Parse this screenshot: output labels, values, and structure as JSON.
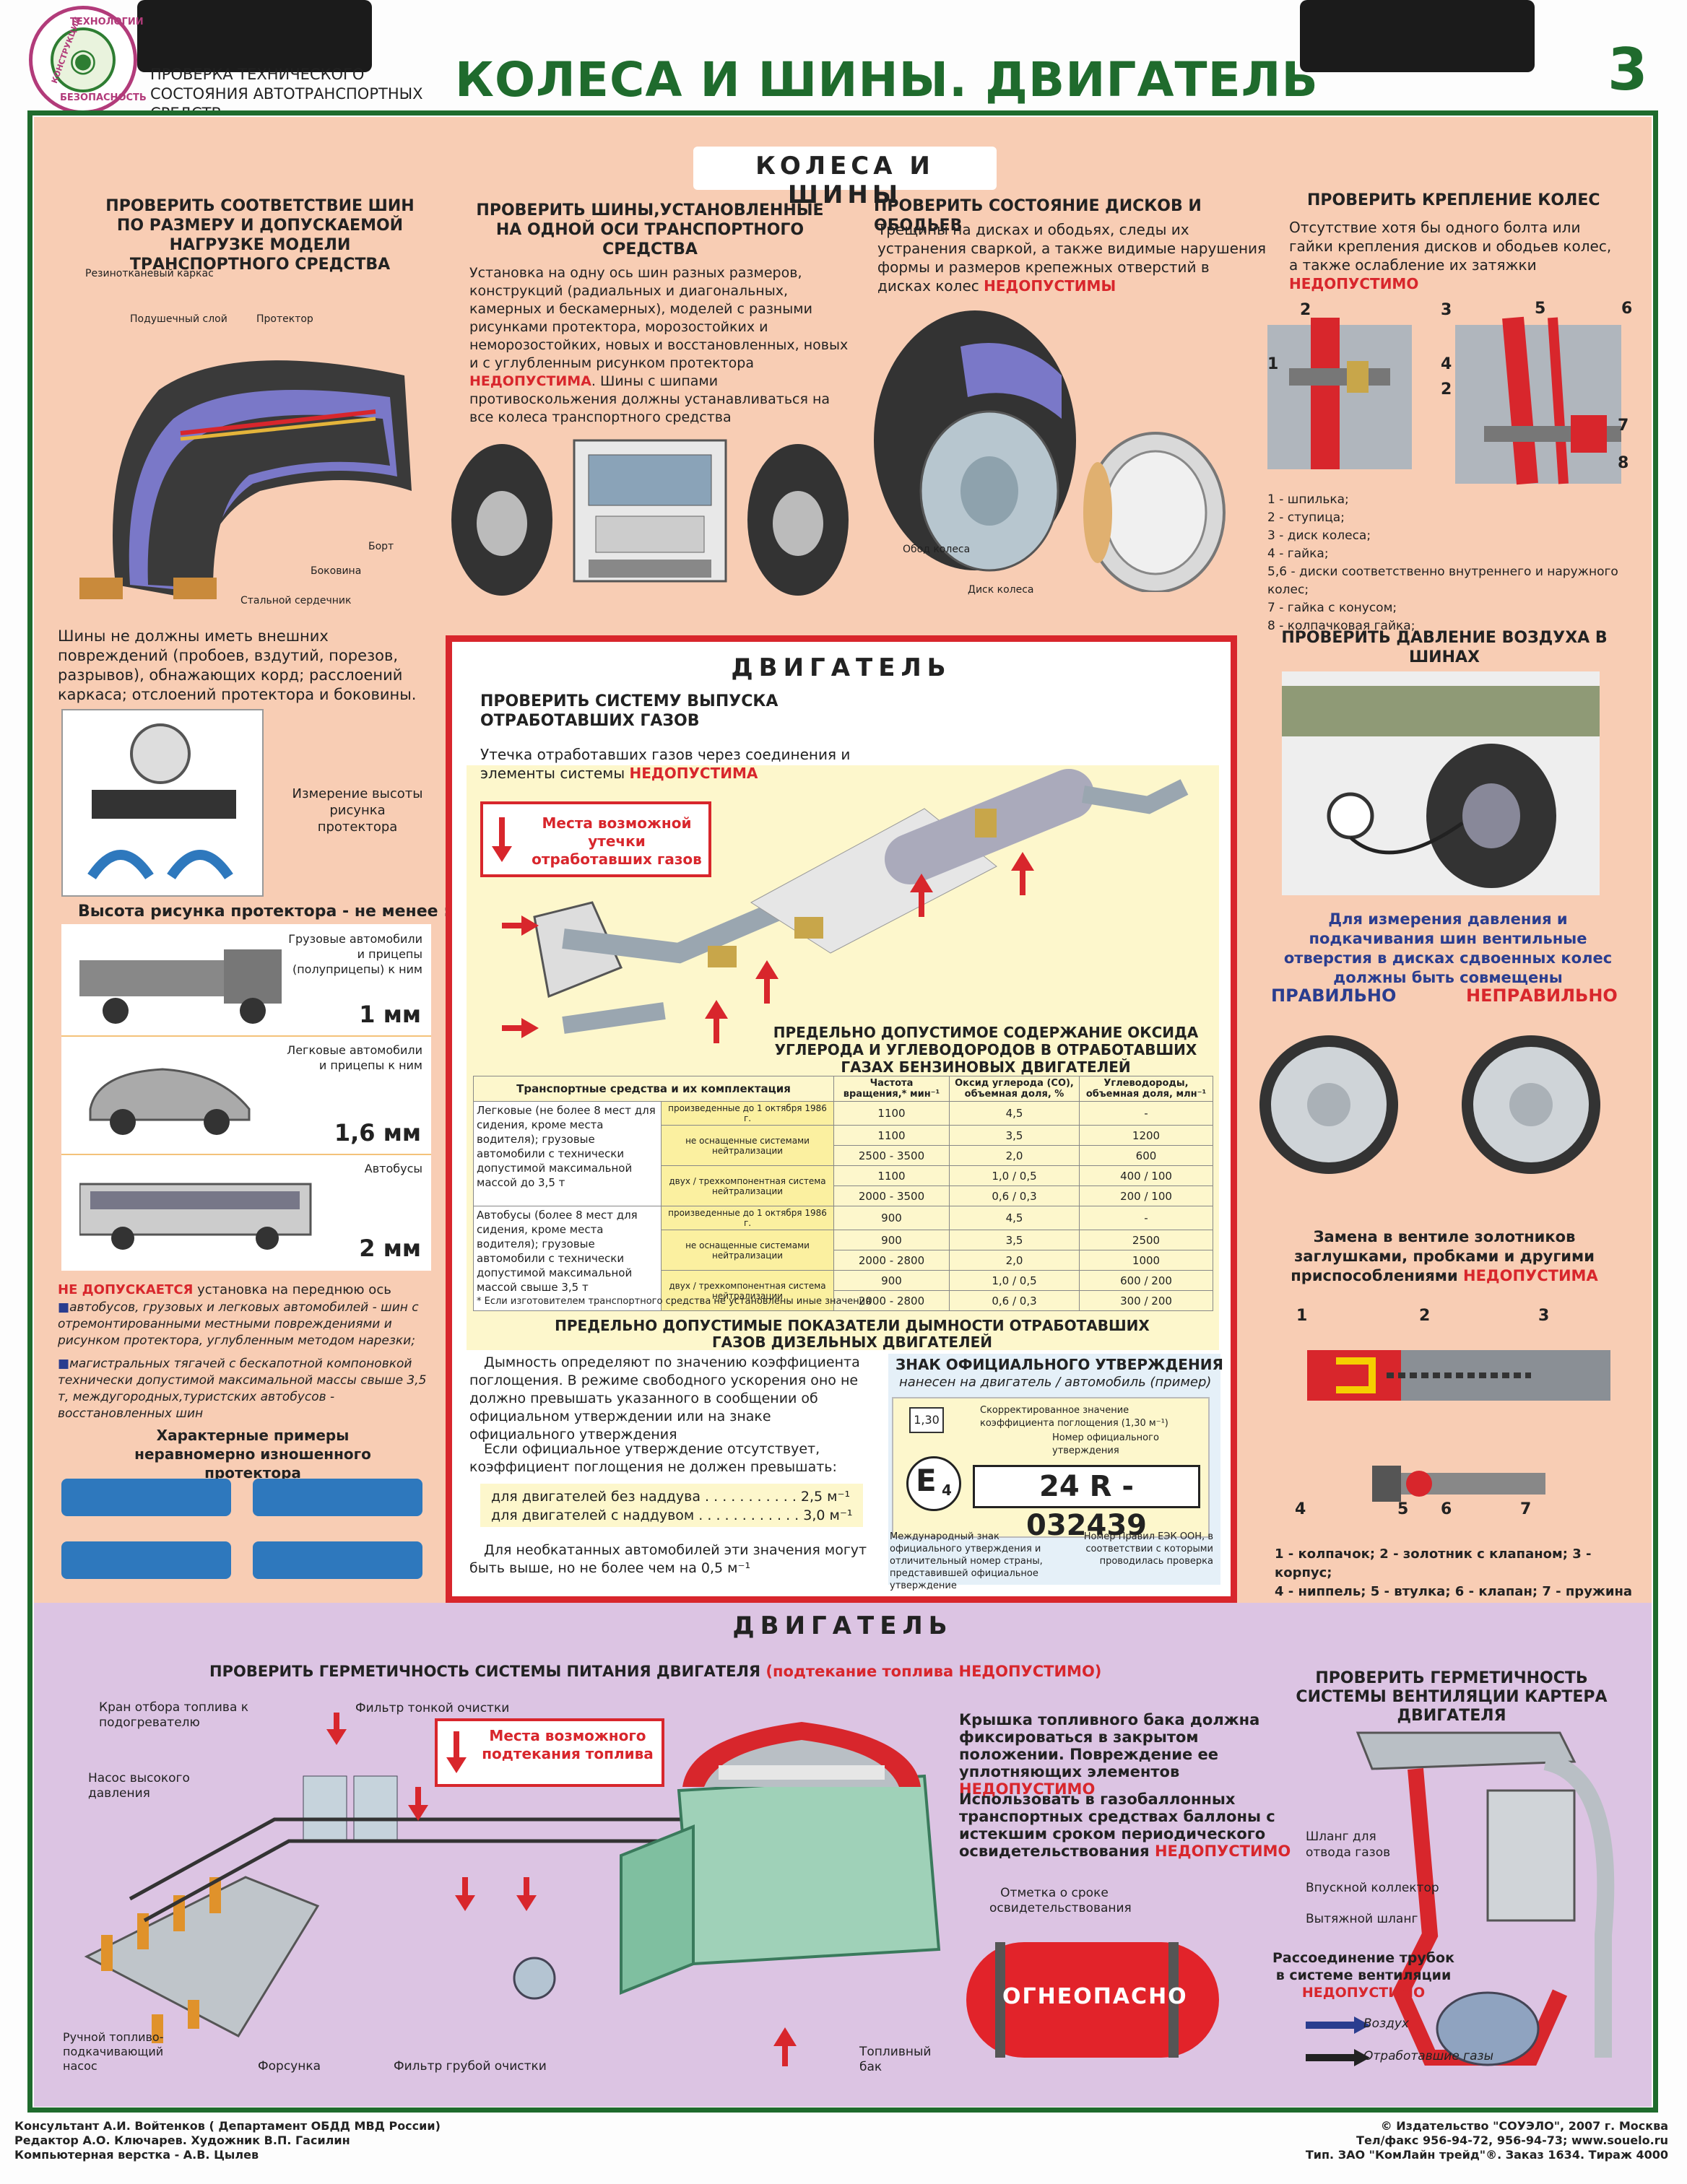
{
  "header": {
    "logo_text_top": "ТЕХНОЛОГИИ",
    "logo_text_left": "КОНСТРУКЦИИ",
    "logo_text_bottom": "БЕЗОПАСНОСТЬ",
    "subtitle": "ПРОВЕРКА ТЕХНИЧЕСКОГО СОСТОЯНИЯ АВТОТРАНСПОРТНЫХ СРЕДСТВ",
    "title": "КОЛЕСА И ШИНЫ.   ДВИГАТЕЛЬ",
    "number": "3"
  },
  "wheels": {
    "section_title": "КОЛЕСА  И  ШИНЫ",
    "col1_heading": "ПРОВЕРИТЬ СООТВЕТСТВИЕ ШИН ПО РАЗМЕРУ И ДОПУСКАЕМОЙ НАГРУЗКЕ МОДЕЛИ ТРАНСПОРТНОГО СРЕДСТВА",
    "tire_labels": {
      "carcass": "Резинотканевый каркас",
      "cushion": "Подушечный слой",
      "tread": "Протектор",
      "bead": "Борт",
      "sidewall": "Боковина",
      "core": "Стальной сердечник"
    },
    "col2_heading": "ПРОВЕРИТЬ ШИНЫ,УСТАНОВЛЕННЫЕ НА ОДНОЙ ОСИ ТРАНСПОРТНОГО СРЕДСТВА",
    "col2_text": "Установка на одну ось шин разных размеров, конструкций (радиальных и диагональных, камерных и бескамерных), моделей с разными рисунками протектора, морозостойких и неморозостойких, новых и восстановленных, новых и с углубленным рисунком протектора ",
    "col2_red": "НЕДОПУСТИМА",
    "col2_text2": ". Шины с шипами противоскольжения должны устанавливаться на все колеса транспортного средства",
    "col3_heading": "ПРОВЕРИТЬ СОСТОЯНИЕ ДИСКОВ И ОБОДЬЕВ",
    "col3_text": "Трещины на дисках и ободьях, следы их устранения сваркой, а также видимые нарушения формы и размеров крепежных отверстий в дисках колес ",
    "col3_red": "НЕДОПУСТИМЫ",
    "col3_labels": {
      "rim": "Обод колеса",
      "disc": "Диск колеса"
    },
    "col4_heading": "ПРОВЕРИТЬ КРЕПЛЕНИЕ КОЛЕС",
    "col4_text": "Отсутствие хотя бы одного болта или гайки крепления дисков и ободьев колес, а также ослабление их затяжки ",
    "col4_red": "НЕДОПУСТИМО",
    "col4_nums": [
      "2",
      "3",
      "1",
      "4",
      "2",
      "5",
      "6",
      "7",
      "8"
    ],
    "col4_legend": [
      "1 - шпилька;",
      "2 - ступица;",
      "3 - диск колеса;",
      "4 - гайка;",
      "5,6 - диски соответственно внутреннего и наружного колес;",
      "7 - гайка с конусом;",
      "8 - колпачковая гайка;"
    ],
    "damage_text": "Шины не должны иметь внешних повреждений (пробоев, вздутий, порезов, разрывов), обнажающих корд; расслоений каркаса; отслоений протектора и боковины.",
    "measure_label": "Измерение высоты рисунка протектора",
    "tread_min_heading": "Высота рисунка протектора - не менее :",
    "tread_rows": [
      {
        "label": "Грузовые автомобили и прицепы (полуприцепы) к ним",
        "value": "1 мм"
      },
      {
        "label": "Легковые автомобили и прицепы к ним",
        "value": "1,6 мм"
      },
      {
        "label": "Автобусы",
        "value": "2 мм"
      }
    ],
    "not_allowed_red": "НЕ ДОПУСКАЕТСЯ",
    "not_allowed_text": " установка на переднюю ось",
    "bullet1": "автобусов, грузовых и легковых автомобилей - шин с отремонтированными местными повреждениями и рисунком протектора, углубленным методом нарезки;",
    "bullet2": "магистральных тягачей с бескапотной компоновкой технически допустимой максимальной массы свыше 3,5 т, междугородных,туристских автобусов - восстановленных шин",
    "examples_heading": "Характерные примеры неравномерно изношенного протектора",
    "pressure_heading": "ПРОВЕРИТЬ ДАВЛЕНИЕ ВОЗДУХА В ШИНАХ",
    "pressure_text": "Для измерения давления и подкачивания шин вентильные отверстия в дисках сдвоенных колес должны быть совмещены",
    "correct": "ПРАВИЛЬНО",
    "incorrect": "НЕПРАВИЛЬНО",
    "valve_text": "Замена в вентиле золотников заглушками, пробками и другими приспособлениями ",
    "valve_red": "НЕДОПУСТИМА",
    "valve_nums_top": [
      "1",
      "2",
      "3"
    ],
    "valve_nums_bot": [
      "4",
      "5",
      "6",
      "7"
    ],
    "valve_legend1": "1 - колпачок; 2 - золотник с клапаном; 3 - корпус;",
    "valve_legend2": "4 - ниппель; 5 - втулка; 6 - клапан; 7 - пружина"
  },
  "engine_box": {
    "title": "ДВИГАТЕЛЬ",
    "exhaust_heading": "ПРОВЕРИТЬ СИСТЕМУ ВЫПУСКА ОТРАБОТАВШИХ ГАЗОВ",
    "exhaust_text": "Утечка отработавших газов через соединения и элементы системы ",
    "exhaust_red": "НЕДОПУСТИМА",
    "leak_legend": "Места возможной утечки отработавших газов",
    "table_title": "ПРЕДЕЛЬНО ДОПУСТИМОЕ СОДЕРЖАНИЕ ОКСИДА УГЛЕРОДА И УГЛЕВОДОРОДОВ В ОТРАБОТАВШИХ ГАЗАХ БЕНЗИНОВЫХ ДВИГАТЕЛЕЙ",
    "table_headers": [
      "Транспортные средства и их комплектация",
      "Частота вращения,* мин⁻¹",
      "Оксид углерода (СО), объемная доля, %",
      "Углеводороды, объемная доля, млн⁻¹"
    ],
    "group1_label": "Легковые (не более 8 мест для сидения, кроме места водителя); грузовые автомобили с технически допустимой максимальной массой до 3,5 т",
    "group2_label": "Автобусы (более 8 мест для сидения, кроме места водителя); грузовые автомобили с технически допустимой максимальной массой свыше 3,5 т",
    "rows": [
      {
        "cond": "произведенные до 1 октября 1986 г.",
        "rpm": "1100",
        "co": "4,5",
        "hc": "-"
      },
      {
        "cond": "не оснащенные системами нейтрализации",
        "rpm": "1100",
        "co": "3,5",
        "hc": "1200"
      },
      {
        "cond": "",
        "rpm": "2500 - 3500",
        "co": "2,0",
        "hc": "600"
      },
      {
        "cond": "двух / трехкомпонентная система нейтрализации",
        "rpm": "1100",
        "co": "1,0 / 0,5",
        "hc": "400 / 100"
      },
      {
        "cond": "",
        "rpm": "2000 - 3500",
        "co": "0,6 / 0,3",
        "hc": "200 / 100"
      },
      {
        "cond": "произведенные до 1 октября 1986 г.",
        "rpm": "900",
        "co": "4,5",
        "hc": "-"
      },
      {
        "cond": "не оснащенные системами нейтрализации",
        "rpm": "900",
        "co": "3,5",
        "hc": "2500"
      },
      {
        "cond": "",
        "rpm": "2000 - 2800",
        "co": "2,0",
        "hc": "1000"
      },
      {
        "cond": "двух / трехкомпонентная система нейтрализации",
        "rpm": "900",
        "co": "1,0 / 0,5",
        "hc": "600 / 200"
      },
      {
        "cond": "",
        "rpm": "2000 - 2800",
        "co": "0,6 / 0,3",
        "hc": "300 / 200"
      }
    ],
    "table_note": "* Если изготовителем транспортного средства не установлены иные значения",
    "diesel_title": "ПРЕДЕЛЬНО ДОПУСТИМЫЕ ПОКАЗАТЕЛИ ДЫМНОСТИ ОТРАБОТАВШИХ ГАЗОВ ДИЗЕЛЬНЫХ ДВИГАТЕЛЕЙ",
    "diesel_text1": "Дымность определяют по значению  коэффициента поглощения. В режиме свободного ускорения оно не должно превышать указанного в сообщении об официальном утверждении или на знаке официального утверждения",
    "diesel_text2": "Если официальное утверждение отсутствует, коэффициент поглощения не должен превышать:",
    "diesel_line1": "для двигателей без наддува . . . . . . . . . . . 2,5 м⁻¹",
    "diesel_line2": "для двигателей с наддувом . . . . . . . . . . . . 3,0 м⁻¹",
    "diesel_text3": "Для необкатанных автомобилей эти значения могут быть выше, но не более чем на 0,5 м⁻¹",
    "sign_title": "ЗНАК ОФИЦИАЛЬНОГО УТВЕРЖДЕНИЯ",
    "sign_sub": "нанесен на двигатель / автомобиль (пример)",
    "sign_coef": "1,30",
    "sign_coef_label": "Скорректированное значение коэффициента поглощения (1,30 м⁻¹)",
    "sign_num_label": "Номер официального утверждения",
    "sign_e": "E",
    "sign_e_num": "4",
    "sign_number": "24 R - 032439",
    "sign_left_note": "Международный знак официального утверждения и отличительный номер страны, представившей официальное утверждение",
    "sign_right_note": "Номер Правил ЕЭК ООН, в соответствии с которыми проводилась проверка"
  },
  "engine_bottom": {
    "title": "ДВИГАТЕЛЬ",
    "fuel_heading": "ПРОВЕРИТЬ ГЕРМЕТИЧНОСТЬ СИСТЕМЫ ПИТАНИЯ ДВИГАТЕЛЯ",
    "fuel_red": "(подтекание топлива НЕДОПУСТИМО)",
    "labels": {
      "tap": "Кран отбора топлива к подогревателю",
      "fine_filter": "Фильтр тонкой очистки",
      "pump": "Насос высокого давления",
      "hand_pump": "Ручной топливо-подкачивающий насос",
      "injector": "Форсунка",
      "coarse_filter": "Фильтр грубой очистки",
      "tank": "Топливный бак",
      "mark": "Отметка о сроке освидетельствования",
      "cylinder": "ОГНЕОПАСНО"
    },
    "leak_legend": "Места возможного подтекания топлива",
    "cap_text": "Крышка топливного бака должна фиксироваться в закрытом положении. Повреждение ее уплотняющих элементов ",
    "cap_red": "НЕДОПУСТИМО",
    "gas_text": "Использовать в газобаллонных транспортных средствах баллоны с истекшим сроком периодического освидетельствования ",
    "gas_red": "НЕДОПУСТИМО",
    "vent_heading": "ПРОВЕРИТЬ ГЕРМЕТИЧНОСТЬ СИСТЕМЫ ВЕНТИЛЯЦИИ КАРТЕРА ДВИГАТЕЛЯ",
    "vent_labels": {
      "hose": "Шланг для отвода газов",
      "intake": "Впускной коллектор",
      "exhaust_hose": "Вытяжной шланг"
    },
    "vent_text": "Рассоединение трубок в системе вентиляции ",
    "vent_red": "НЕДОПУСТИМО",
    "air": "Воздух",
    "exhaust_gas": "Отработавшие газы"
  },
  "footer": {
    "left1": "Консультант А.И. Войтенков ( Департамент ОБДД МВД России)",
    "left2": "Редактор А.О. Ключарев. Художник В.П. Гасилин",
    "left3": "Компьютерная верстка - А.В. Цылев",
    "right1": "© Издательство \"СОУЭЛО\", 2007 г. Москва",
    "right2": "Тел/факс 956-94-72, 956-94-73; www.souelo.ru",
    "right3": "Тип. ЗАО \"КомЛайн трейд\"®. Заказ 1634. Тираж 4000"
  },
  "colors": {
    "green": "#1f6b2d",
    "red": "#d8262c",
    "peach": "#f8cdb4",
    "lilac": "#dcc4e3",
    "yellow": "#fdf7cc",
    "blue": "#2a3d8f"
  }
}
